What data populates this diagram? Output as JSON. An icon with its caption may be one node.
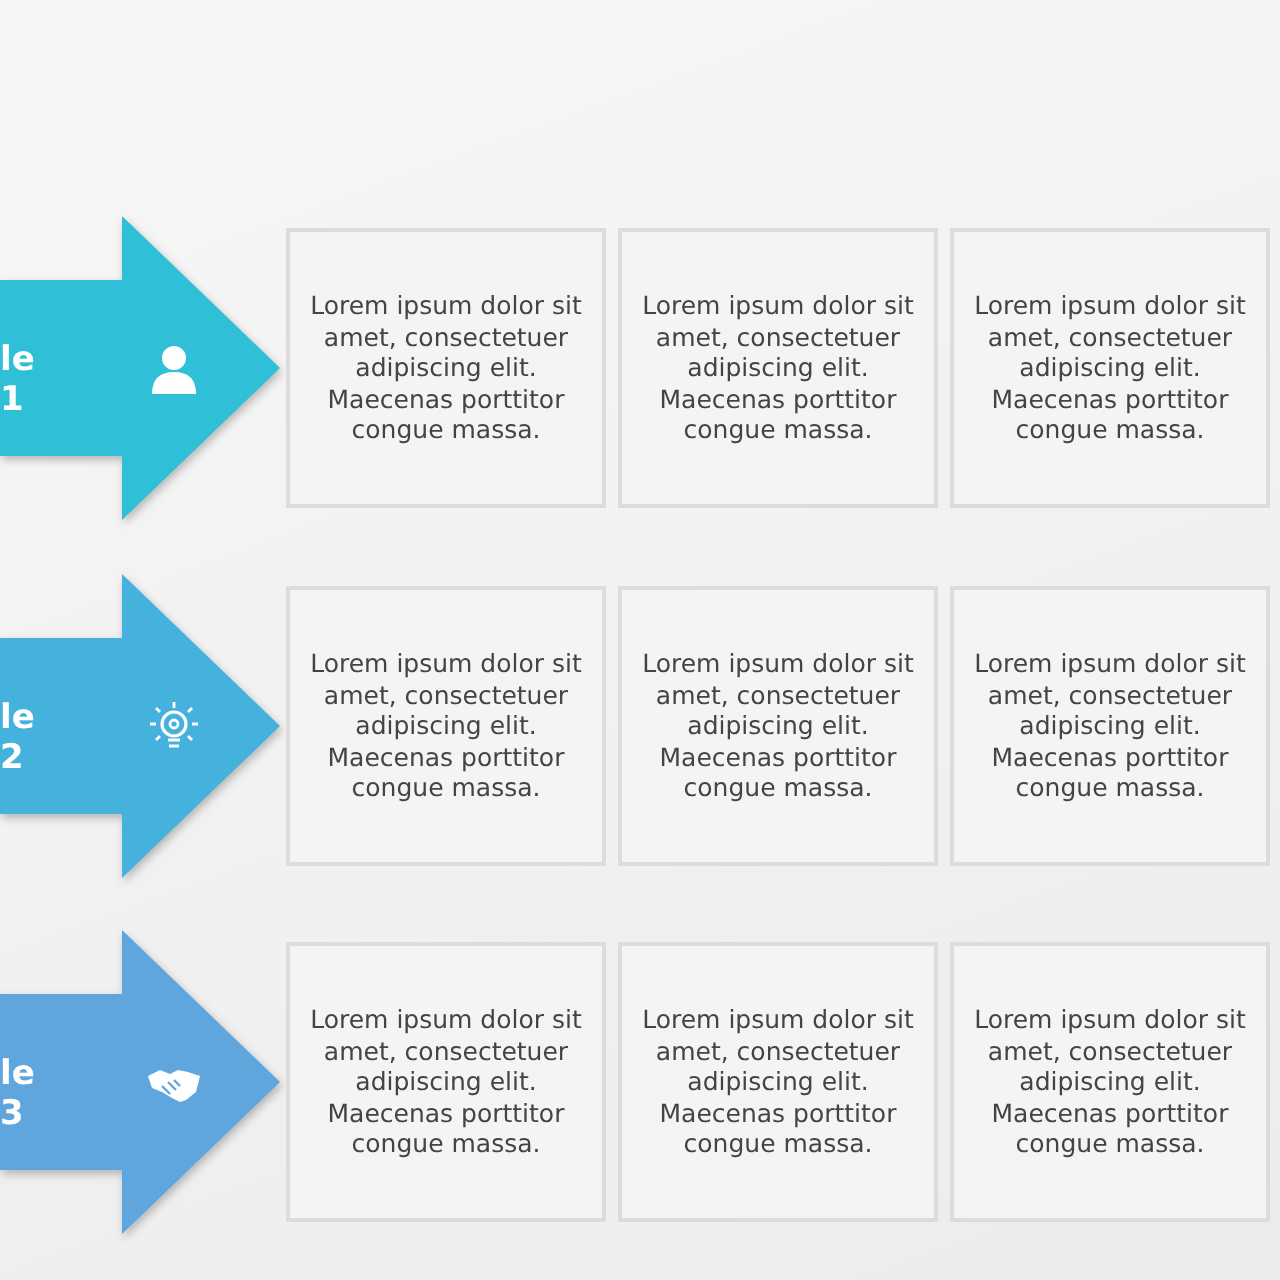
{
  "diagram": {
    "nodes": [
      {
        "text": [
          "le 1"
        ]
      },
      {
        "text": [
          "Lorem ipsum dolor sit amet, consectetuer adipiscing elit. Maecenas porttitor congue massa."
        ]
      },
      {
        "text": [
          "Lorem ipsum dolor sit amet, consectetuer adipiscing elit. Maecenas porttitor congue massa."
        ]
      },
      {
        "text": [
          "Lorem ipsum dolor sit amet, consectetuer adipiscing elit. Maecenas porttitor congue massa."
        ]
      },
      {
        "text": [
          "le 2"
        ]
      },
      {
        "text": [
          "Lorem ipsum dolor sit amet, consectetuer adipiscing elit. Maecenas porttitor congue massa."
        ]
      },
      {
        "text": [
          "Lorem ipsum dolor sit amet, consectetuer adipiscing elit. Maecenas porttitor congue massa."
        ]
      },
      {
        "text": [
          "Lorem ipsum dolor sit amet, consectetuer adipiscing elit. Maecenas porttitor congue massa."
        ]
      },
      {
        "text": [
          "le 3"
        ]
      },
      {
        "text": [
          "Lorem ipsum dolor sit amet, consectetuer adipiscing elit. Maecenas porttitor congue massa."
        ]
      },
      {
        "text": [
          "Lorem ipsum dolor sit amet, consectetuer adipiscing elit. Maecenas porttitor congue massa."
        ]
      },
      {
        "text": [
          "Lorem ipsum dolor sit amet, consectetuer adipiscing elit. Maecenas porttitor congue massa."
        ]
      }
    ]
  }
}
